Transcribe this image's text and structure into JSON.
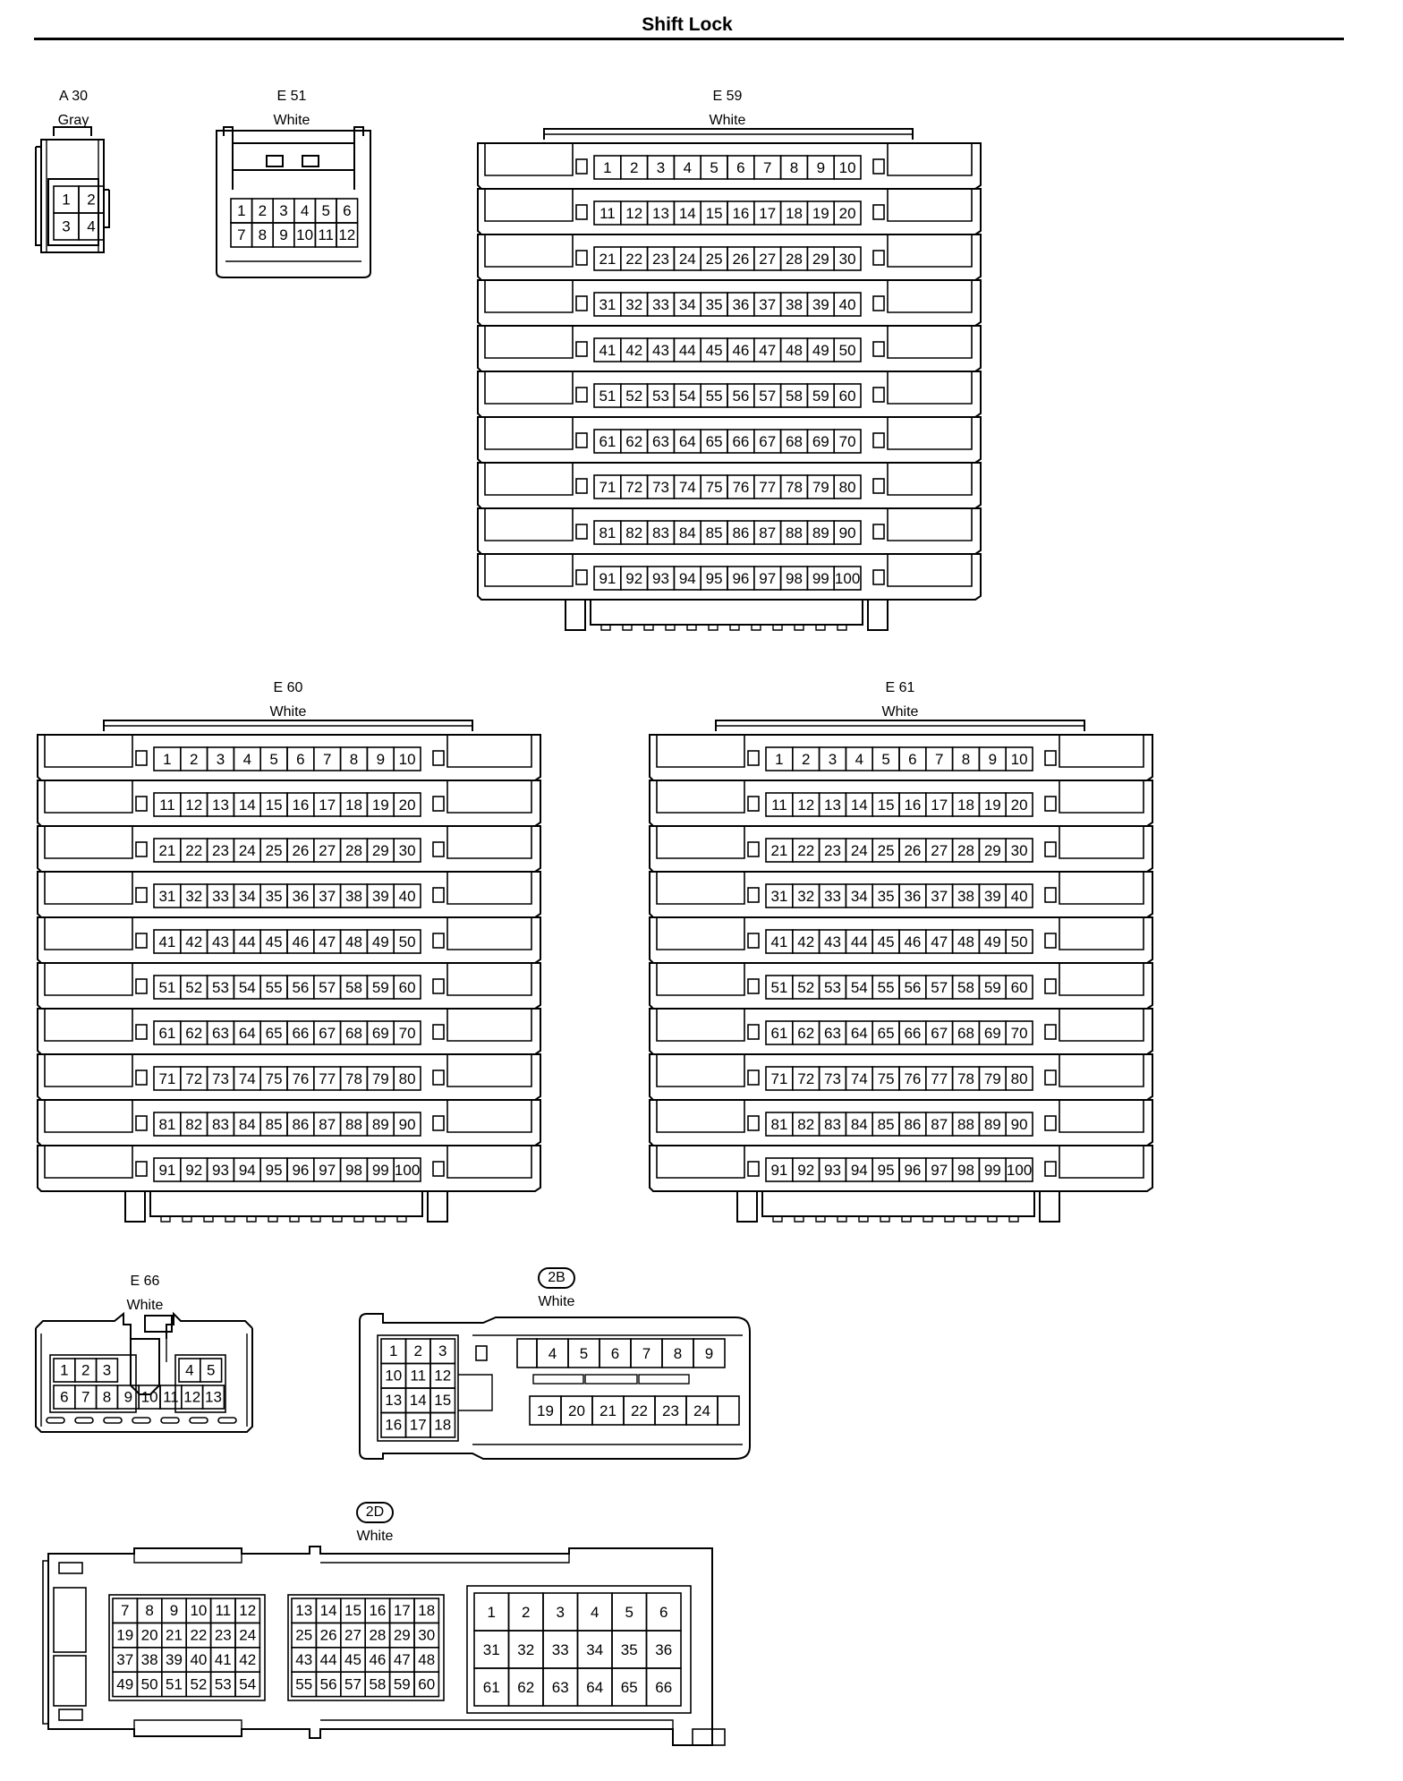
{
  "title": "Shift Lock",
  "connectors": {
    "a30": {
      "id": "A 30",
      "color": "Gray",
      "rows": [
        [
          "1",
          "2"
        ],
        [
          "3",
          "4"
        ]
      ]
    },
    "e51": {
      "id": "E 51",
      "color": "White",
      "rows": [
        [
          "1",
          "2",
          "3",
          "4",
          "5",
          "6"
        ],
        [
          "7",
          "8",
          "9",
          "10",
          "11",
          "12"
        ]
      ]
    },
    "e59": {
      "id": "E 59",
      "color": "White",
      "pin_count": 100,
      "pins_per_row": 10
    },
    "e60": {
      "id": "E 60",
      "color": "White",
      "pin_count": 100,
      "pins_per_row": 10
    },
    "e61": {
      "id": "E 61",
      "color": "White",
      "pin_count": 100,
      "pins_per_row": 10
    },
    "e66": {
      "id": "E 66",
      "color": "White",
      "rows": [
        [
          "1",
          "2",
          "3",
          "4",
          "5"
        ],
        [
          "6",
          "7",
          "8",
          "9",
          "10",
          "11",
          "12",
          "13"
        ]
      ]
    },
    "c2b": {
      "id": "2B",
      "color": "White",
      "left_block": [
        [
          "1",
          "2",
          "3"
        ],
        [
          "10",
          "11",
          "12"
        ],
        [
          "13",
          "14",
          "15"
        ],
        [
          "16",
          "17",
          "18"
        ]
      ],
      "top_row": [
        "4",
        "5",
        "6",
        "7",
        "8",
        "9"
      ],
      "bottom_row": [
        "19",
        "20",
        "21",
        "22",
        "23",
        "24"
      ]
    },
    "c2d": {
      "id": "2D",
      "color": "White",
      "block_a": [
        [
          "7",
          "8",
          "9",
          "10",
          "11",
          "12"
        ],
        [
          "19",
          "20",
          "21",
          "22",
          "23",
          "24"
        ],
        [
          "37",
          "38",
          "39",
          "40",
          "41",
          "42"
        ],
        [
          "49",
          "50",
          "51",
          "52",
          "53",
          "54"
        ]
      ],
      "block_b": [
        [
          "13",
          "14",
          "15",
          "16",
          "17",
          "18"
        ],
        [
          "25",
          "26",
          "27",
          "28",
          "29",
          "30"
        ],
        [
          "43",
          "44",
          "45",
          "46",
          "47",
          "48"
        ],
        [
          "55",
          "56",
          "57",
          "58",
          "59",
          "60"
        ]
      ],
      "block_c": [
        [
          "1",
          "2",
          "3",
          "4",
          "5",
          "6"
        ],
        [
          "31",
          "32",
          "33",
          "34",
          "35",
          "36"
        ],
        [
          "61",
          "62",
          "63",
          "64",
          "65",
          "66"
        ]
      ]
    }
  }
}
